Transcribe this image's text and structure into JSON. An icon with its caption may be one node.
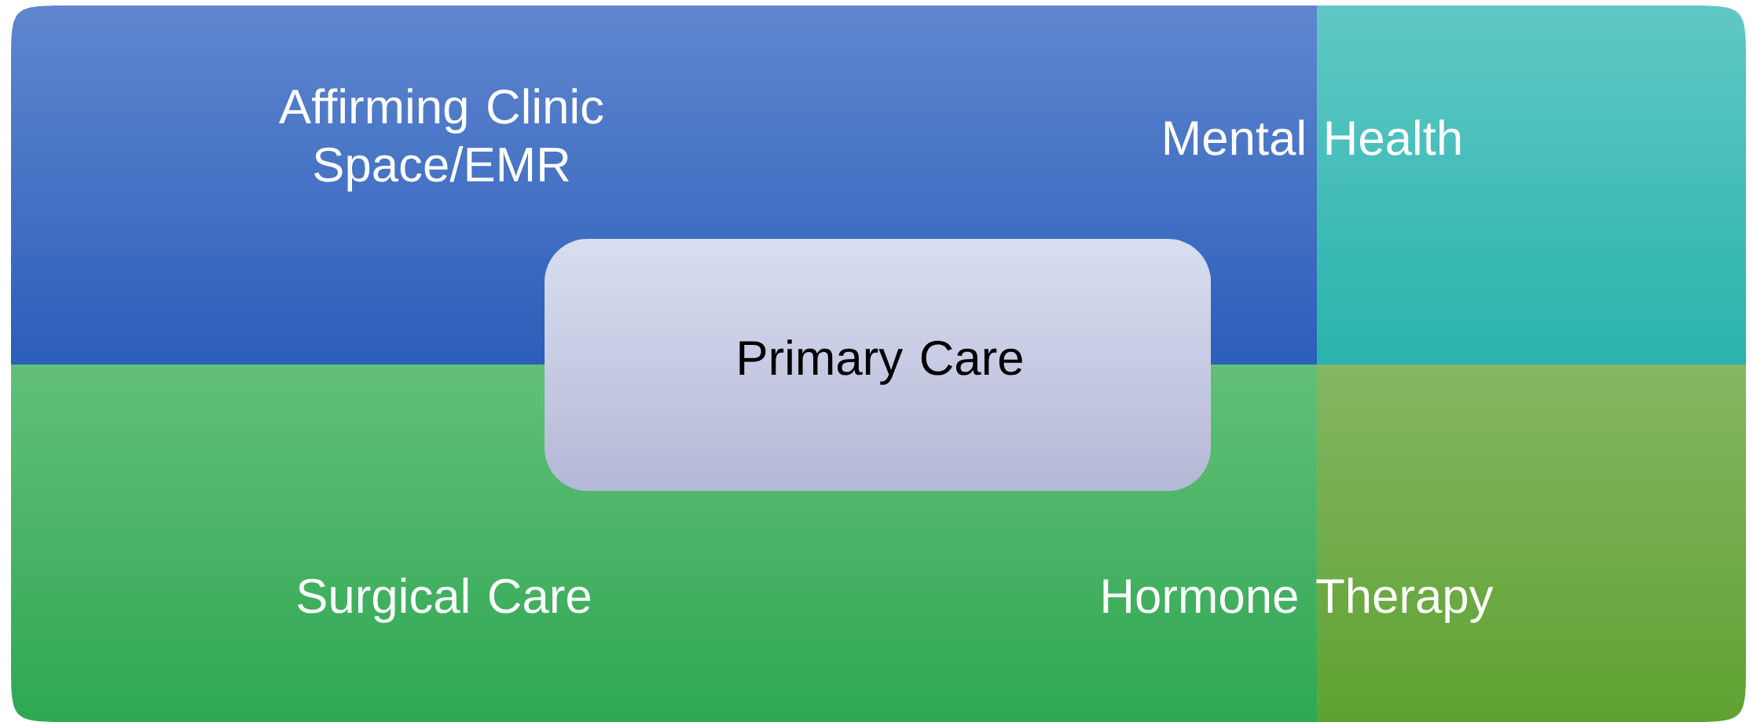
{
  "diagram": {
    "nodes": [
      {
        "text": [
          "Affirming Clinic Space/EMR"
        ]
      },
      {
        "text": [
          "Mental Health"
        ]
      },
      {
        "text": [
          "Primary Care"
        ]
      },
      {
        "text": [
          "Surgical Care"
        ]
      },
      {
        "text": [
          "Hormone Therapy"
        ]
      }
    ]
  }
}
